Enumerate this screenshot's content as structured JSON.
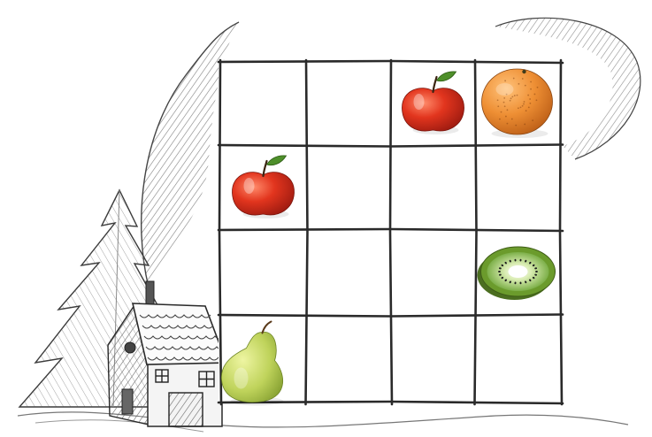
{
  "board": {
    "rows": 4,
    "cols": 4,
    "pieces": [
      {
        "row": 0,
        "col": 2,
        "item": "apple"
      },
      {
        "row": 0,
        "col": 3,
        "item": "orange"
      },
      {
        "row": 1,
        "col": 0,
        "item": "apple"
      },
      {
        "row": 2,
        "col": 3,
        "item": "kiwi"
      },
      {
        "row": 3,
        "col": 0,
        "item": "pear"
      }
    ]
  },
  "colors": {
    "grid_line": "#2a2a2a",
    "apple": "#d7301c",
    "orange": "#e58a32",
    "kiwi_skin": "#5f8f2c",
    "pear": "#b7cd55",
    "pencil": "#555555"
  },
  "decor": [
    "pine-tree",
    "house",
    "chimney-smoke"
  ]
}
